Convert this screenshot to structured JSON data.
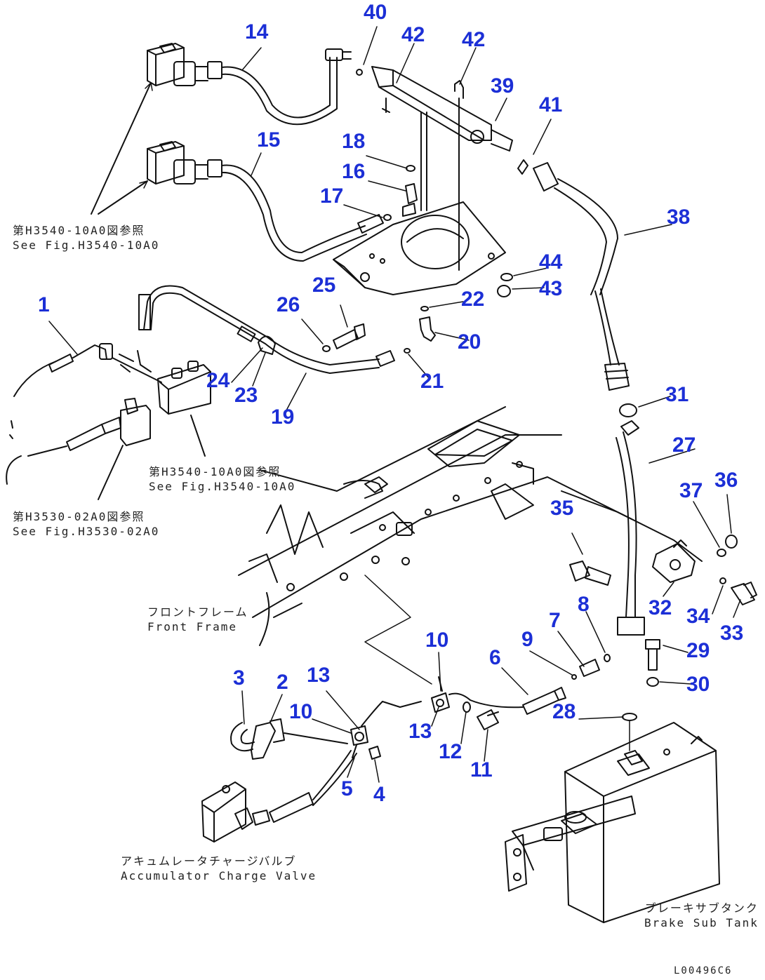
{
  "part_numbers": [
    "1",
    "2",
    "3",
    "4",
    "5",
    "6",
    "7",
    "8",
    "9",
    "10",
    "10",
    "11",
    "12",
    "13",
    "13",
    "14",
    "15",
    "16",
    "17",
    "18",
    "19",
    "20",
    "21",
    "22",
    "23",
    "24",
    "25",
    "26",
    "27",
    "28",
    "29",
    "30",
    "31",
    "32",
    "33",
    "34",
    "35",
    "36",
    "37",
    "38",
    "39",
    "40",
    "41",
    "42",
    "42",
    "43",
    "44"
  ],
  "notes": {
    "see_h3540_top": {
      "jp": "第H3540-10A0図参照",
      "en": "See Fig.H3540-10A0"
    },
    "see_h3540_mid": {
      "jp": "第H3540-10A0図参照",
      "en": "See Fig.H3540-10A0"
    },
    "see_h3530": {
      "jp": "第H3530-02A0図参照",
      "en": "See Fig.H3530-02A0"
    },
    "front_frame": {
      "jp": "フロントフレーム",
      "en": "Front Frame"
    },
    "accumulator": {
      "jp": "アキュムレータチャージバルブ",
      "en": "Accumulator Charge Valve"
    },
    "brake_tank": {
      "jp": "ブレーキサブタンク",
      "en": "Brake Sub Tank"
    }
  },
  "drawing_code": "L00496C6"
}
